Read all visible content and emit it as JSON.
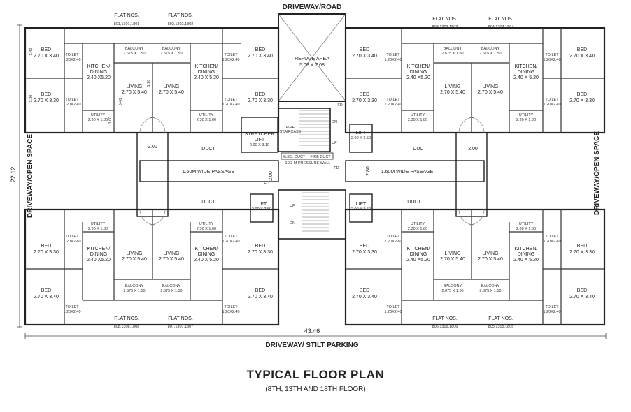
{
  "edges": {
    "top": "DRIVEWAY/ROAD",
    "bottom": "DRIVEWAY/ STILT PARKING",
    "left": "DRIVEWAY/OPEN SPACE",
    "right": "DRIVEWAY/OPEN SPACE"
  },
  "dimensions": {
    "overall_width": "43.46",
    "overall_depth": "22.12"
  },
  "flats": {
    "heading": "FLAT NOS.",
    "tl1": "801,1301,1801",
    "tl2": "802,1302,1802",
    "tr1": "803,1303,1803",
    "tr2": "804,1304,1804",
    "bl1": "808,1308,1808",
    "bl2": "807,1307,1807",
    "br1": "806,1306,1806",
    "br2": "805,1305,1805"
  },
  "rooms": {
    "bed": "BED",
    "bed_340": "2.70 X 3.40",
    "bed_330": "2.70 X 3.30",
    "kitchen_1": "KITCHEN/",
    "kitchen_2": "DINING",
    "kitchen_size": "2.40 X5.20",
    "kitchen_size_b": "2.40 X 5.20",
    "living": "LIVING",
    "living_size": "2.70 X 5.40",
    "balcony": "BALCONY",
    "balcony_size": "2.675 X 1.50",
    "utility": "UTILITY",
    "utility_size": "2.30 X 1.80",
    "utility_size_b": "2.30 X 1.00",
    "toilet": "TOILET",
    "toilet_size": "1.20X2.40",
    "refuge": "REFUGE AREA",
    "refuge_size": "5.08 X 7.08",
    "duct": "DUCT",
    "passage": "1.60M WIDE PASSAGE",
    "lift": "LIFT",
    "lift_size": "2.00 X 2.50",
    "stretcher_1": "STRETCHER",
    "stretcher_2": "LIFT",
    "stretcher_size": "2.00 X 3.10",
    "fire_1": "FIRE",
    "fire_2": "STAIRCASE",
    "elec_duct": "ELEC. DUCT",
    "fire_duct": "FIRE DUCT",
    "pressure_wall": "1.33 M PRESSURE WALL",
    "up": "UP",
    "dn": "DN",
    "fd": "FD",
    "two": "2.00",
    "two_eighty": "2.80",
    "dim_340": "3.40",
    "dim_330": "3.30",
    "dim_540": "5.40",
    "dim_120": "1.20",
    "dim_100": "1.00"
  },
  "caption": {
    "title": "TYPICAL FLOOR PLAN",
    "subtitle": "(8TH, 13TH AND 18TH FLOOR)"
  }
}
